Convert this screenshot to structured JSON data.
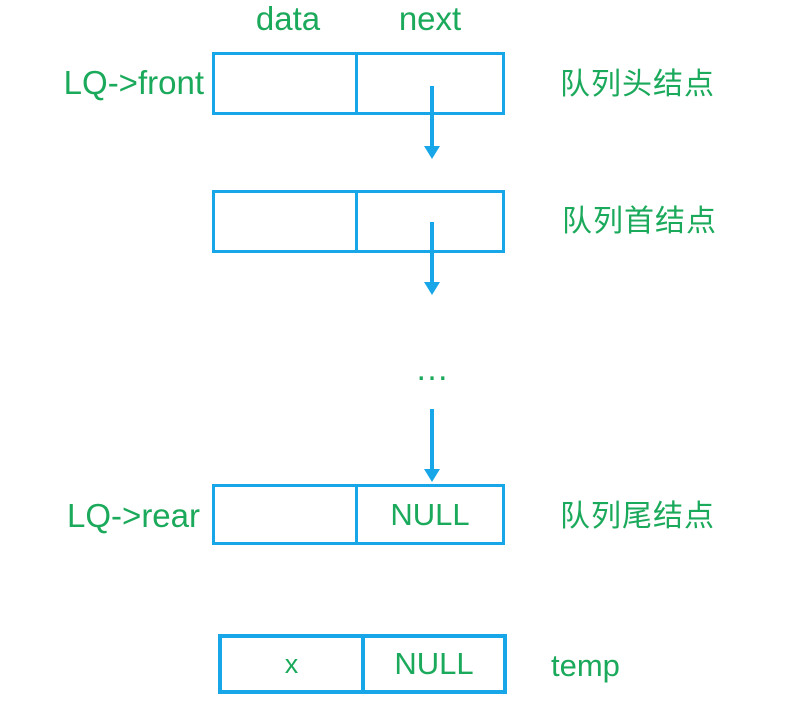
{
  "colors": {
    "green": "#1BA95B",
    "blue": "#17A6E8",
    "background": "#FFFFFF"
  },
  "column_headers": {
    "data": "data",
    "next": "next"
  },
  "nodes": {
    "head": {
      "pointer_label": "LQ->front",
      "side_label": "队列头结点",
      "data_value": "",
      "next_value": ""
    },
    "first": {
      "side_label": "队列首结点",
      "data_value": "",
      "next_value": ""
    },
    "rear": {
      "pointer_label": "LQ->rear",
      "side_label": "队列尾结点",
      "data_value": "",
      "next_value": "NULL"
    },
    "temp": {
      "side_label": "temp",
      "data_value": "x",
      "next_value": "NULL"
    }
  },
  "ellipsis": "…"
}
